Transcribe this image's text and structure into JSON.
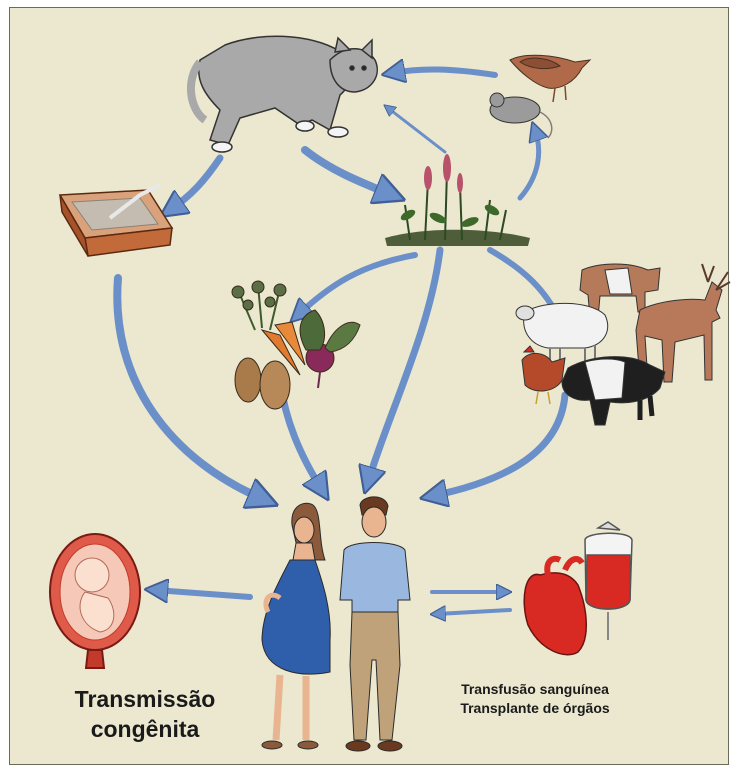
{
  "labels": {
    "congenital": [
      "Transmissão",
      "congênita"
    ],
    "transfusion": [
      "Transfusão sanguínea",
      "Transplante de órgãos"
    ]
  },
  "colors": {
    "background": "#ebe8cf",
    "arrow": "#6b8fc8",
    "arrow_edge": "#3f5f96",
    "cat": "#a9a9a9",
    "blood": "#d82a23"
  },
  "icons": [
    "cat-icon",
    "bird-icon",
    "mouse-icon",
    "litter-box-icon",
    "plants-icon",
    "vegetables-icon",
    "livestock-icon",
    "pregnant-woman-icon",
    "man-icon",
    "fetus-icon",
    "heart-icon",
    "blood-bag-icon"
  ]
}
